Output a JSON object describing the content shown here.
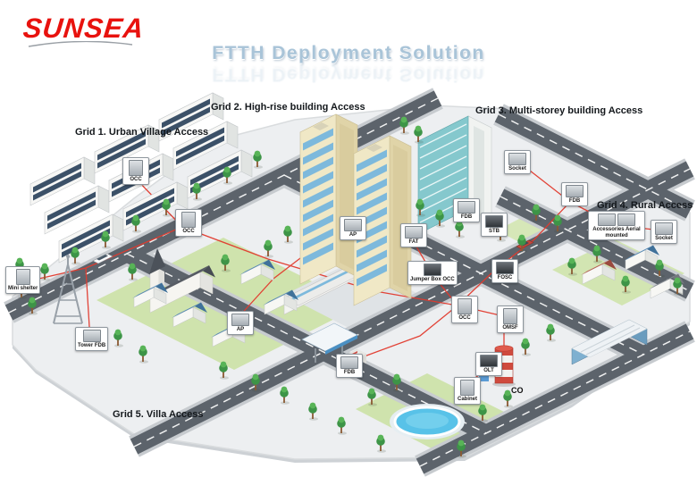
{
  "logo": {
    "text": "SUNSEA",
    "color": "#e8120e"
  },
  "title": {
    "text": "FTTH Deployment Solution",
    "color": "#a9c4d8"
  },
  "grid_labels": [
    {
      "label": "Grid 1. Urban Village Access"
    },
    {
      "label": "Grid 2. High-rise building Access"
    },
    {
      "label": "Grid 3. Multi-storey building Access"
    },
    {
      "label": "Grid 4. Rural Access"
    },
    {
      "label": "Grid 5. Villa Access"
    }
  ],
  "callouts": [
    {
      "label": "OCC"
    },
    {
      "label": "OCC"
    },
    {
      "label": "Mini shelter"
    },
    {
      "label": "Tower FDB"
    },
    {
      "label": "AP"
    },
    {
      "label": "AP"
    },
    {
      "label": "FAT"
    },
    {
      "label": "Jumper Box OCC"
    },
    {
      "label": "OCC"
    },
    {
      "label": "FDB"
    },
    {
      "label": "STB"
    },
    {
      "label": "FOSC"
    },
    {
      "label": "Socket"
    },
    {
      "label": "FDB"
    },
    {
      "label": "Accessories Aerial mounted"
    },
    {
      "label": "Socket"
    },
    {
      "label": "OMSF"
    },
    {
      "label": "OLT"
    },
    {
      "label": "Cabinet"
    },
    {
      "label": "FDB"
    }
  ],
  "annotations": [
    {
      "label": "CO"
    }
  ],
  "colors": {
    "brand_red": "#e8120e",
    "fiber_red": "#e23a2e",
    "title_blue": "#a9c4d8",
    "road_gray": "#5c636b",
    "lawn_green": "#cfe3ad"
  }
}
